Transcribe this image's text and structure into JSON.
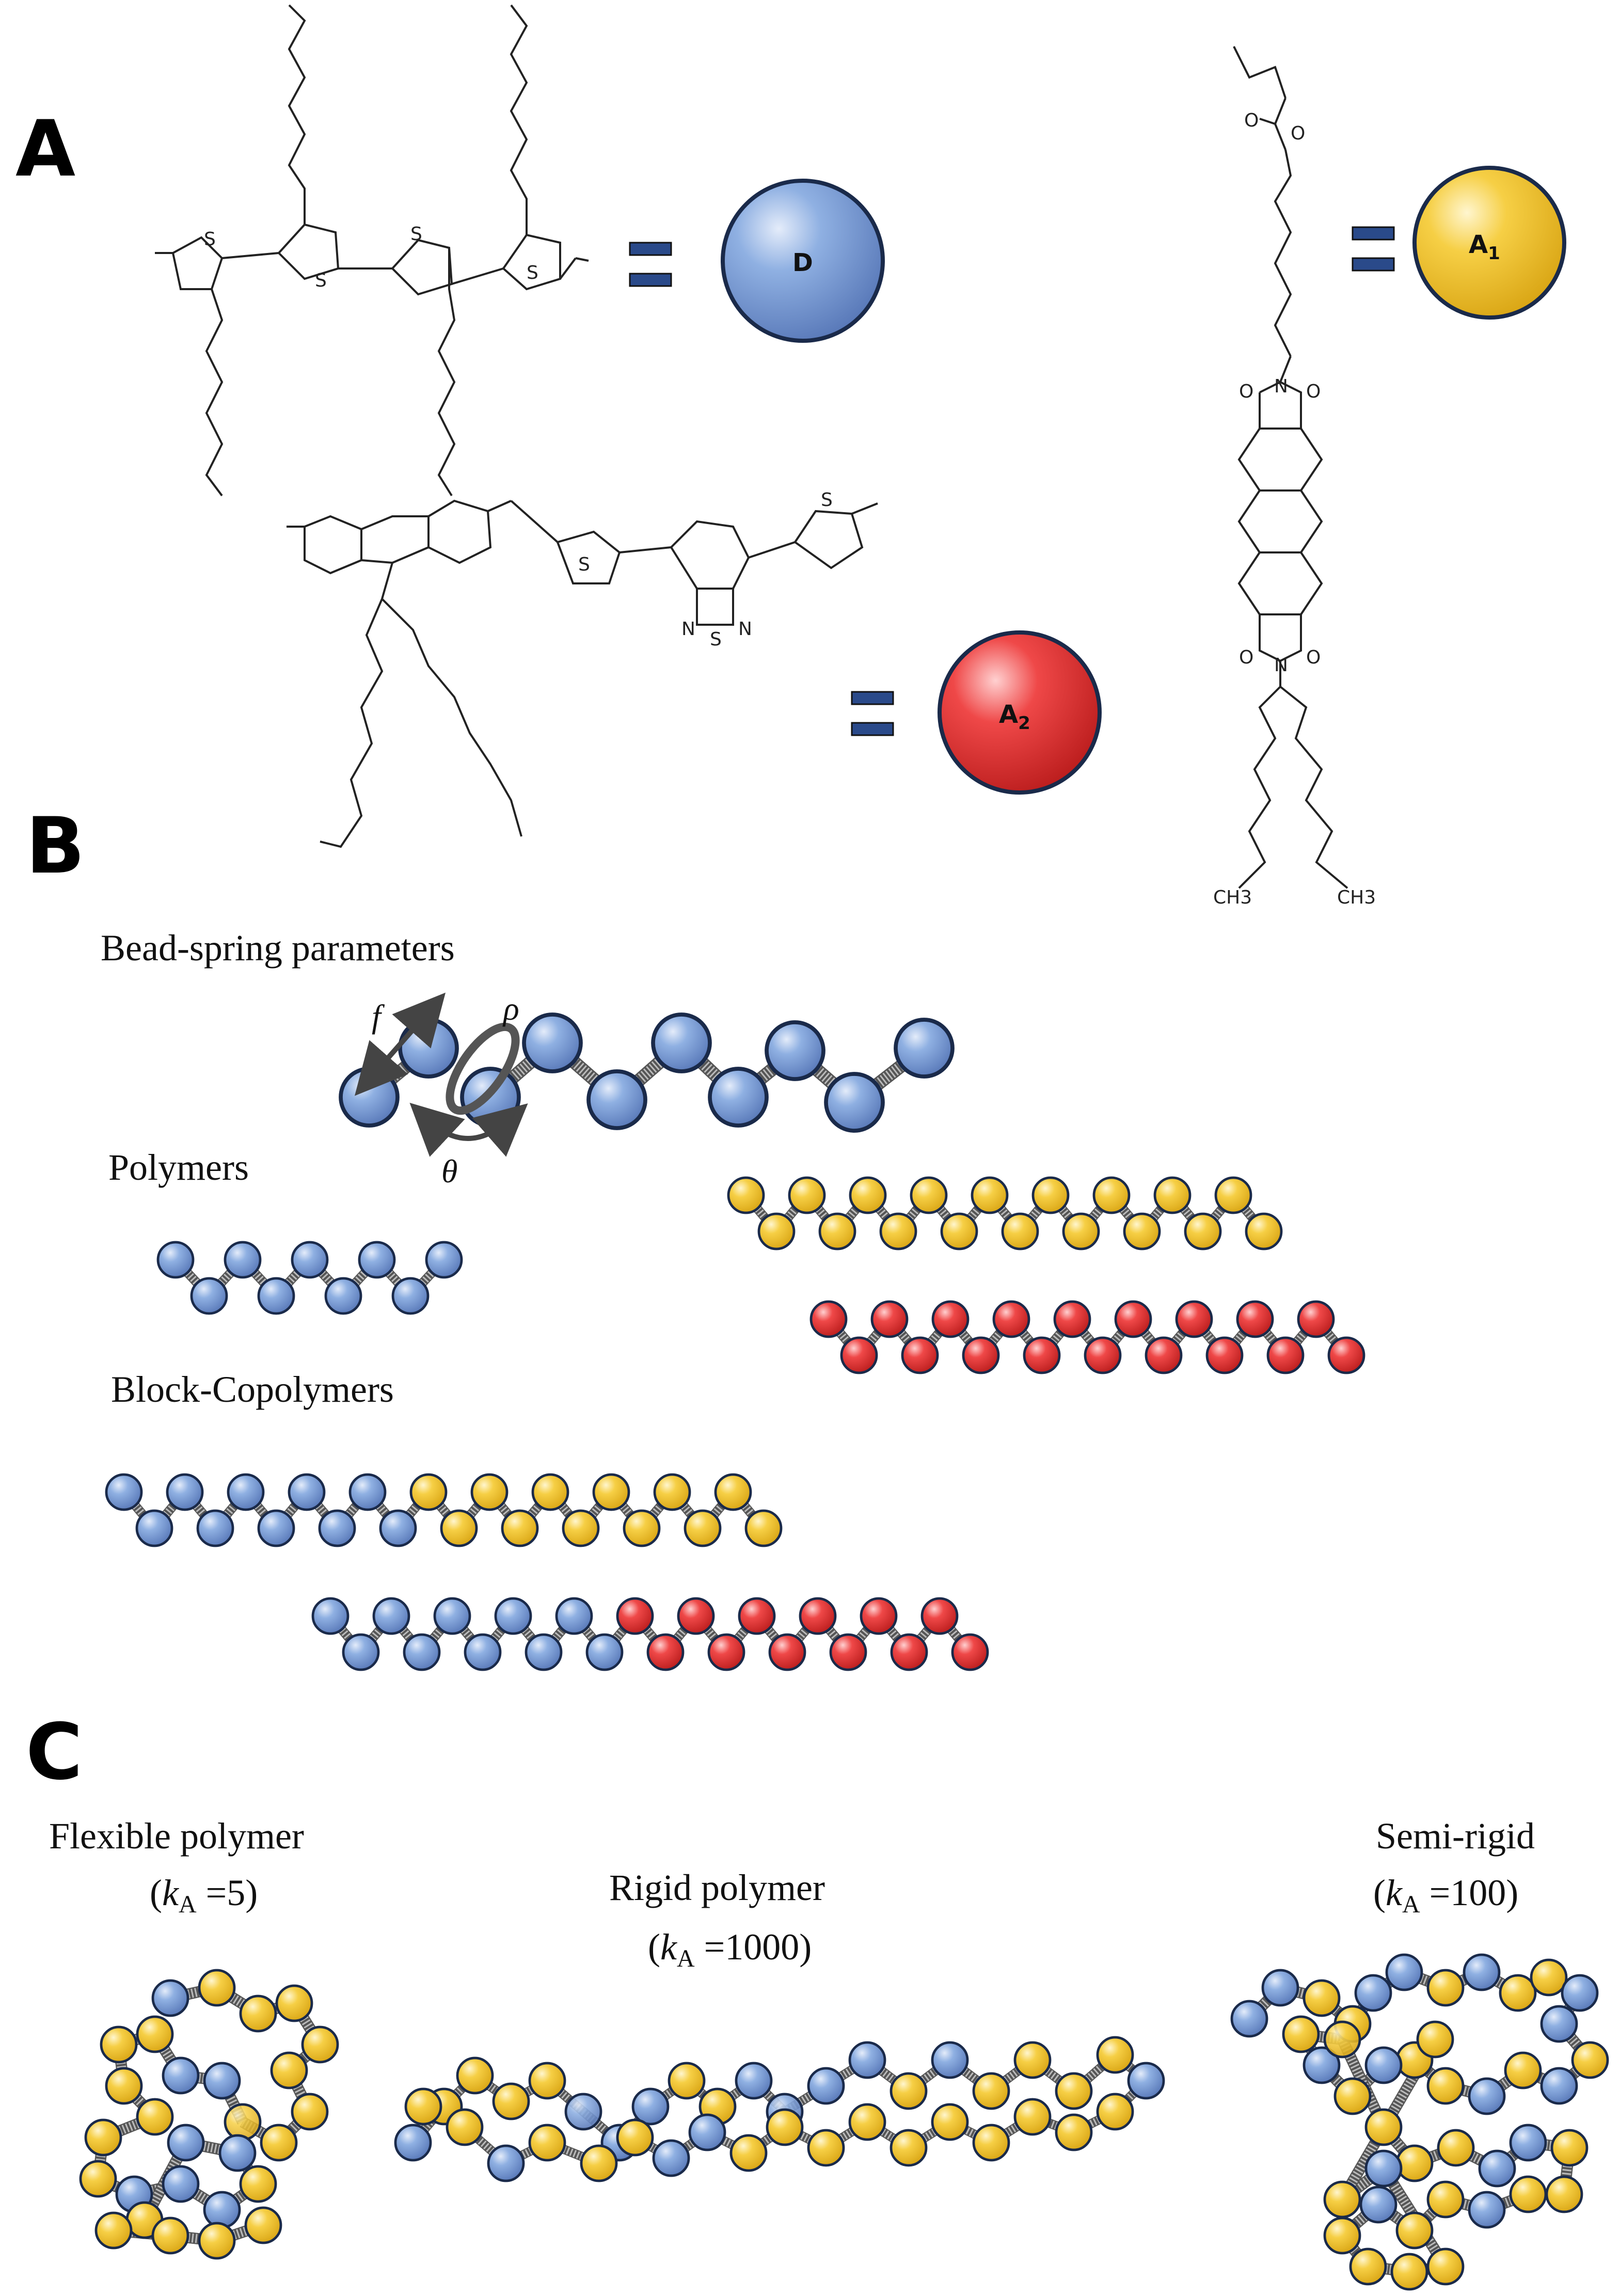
{
  "panels": {
    "a": "A",
    "b": "B",
    "c": "C"
  },
  "beads": {
    "donor": "D",
    "acceptor1_base": "A",
    "acceptor1_sub": "1",
    "acceptor2_base": "A",
    "acceptor2_sub": "2"
  },
  "atoms": {
    "sulfur": "S",
    "nitrogen": "N",
    "oxygen": "O",
    "methyl": "CH3"
  },
  "section_b": {
    "params_title": "Bead-spring parameters",
    "sym_f": "f",
    "sym_rho": "ρ",
    "sym_theta": "θ",
    "polymers_title": "Polymers",
    "block_title": "Block-Copolymers"
  },
  "section_c": {
    "flexible_title": "Flexible polymer",
    "flexible_k_sym": "k",
    "flexible_k_sub": "A",
    "flexible_k_val": " =5)",
    "rigid_title": "Rigid polymer",
    "rigid_k_sym": "k",
    "rigid_k_sub": "A",
    "rigid_k_val": " =1000)",
    "semi_title": "Semi-rigid",
    "semi_k_sym": "k",
    "semi_k_sub": "A",
    "semi_k_val": " =100)",
    "open_paren": "("
  },
  "colors": {
    "donor": "#7a9fd6",
    "acceptor1": "#f2c63a",
    "acceptor2": "#e83c3c",
    "outline": "#1a2a4a",
    "spring": "#555555",
    "equals": "#2a4a8a"
  }
}
